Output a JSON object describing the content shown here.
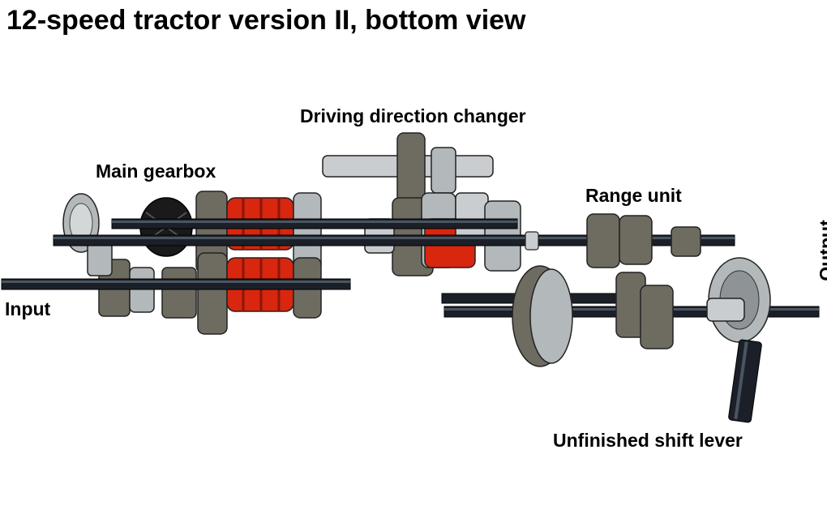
{
  "title": "12-speed tractor version II, bottom view",
  "labels": {
    "input": "Input",
    "main_gearbox": "Main gearbox",
    "direction_changer": "Driving direction changer",
    "range_unit": "Range unit",
    "output": "Output",
    "shift_lever": "Unfinished shift lever"
  },
  "output_arrow": "←",
  "colors": {
    "axle": "#1b2028",
    "axle_highlight": "#4a5562",
    "gear_dark": "#6e6b60",
    "gear_light": "#b3b8ba",
    "clutch_red": "#d8260f",
    "connector_black": "#1a1a1a",
    "bush_grey": "#c9cdd0",
    "outline": "#222222"
  }
}
